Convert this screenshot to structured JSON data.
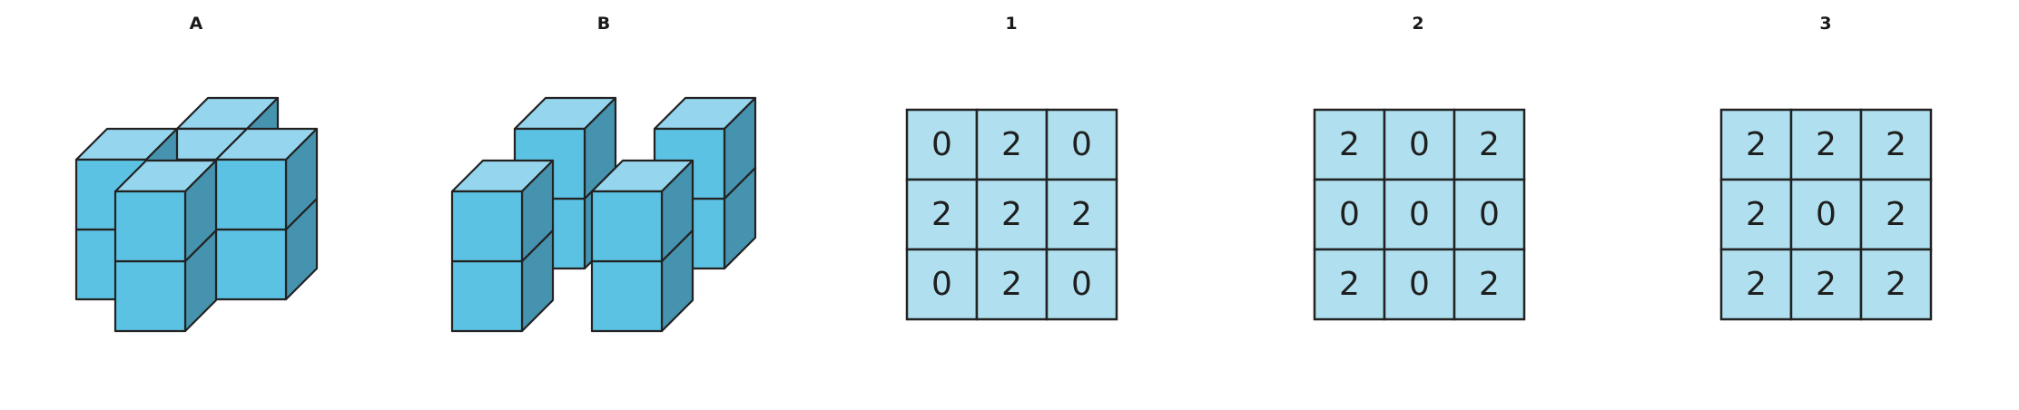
{
  "colors": {
    "cube_front": "#5bc2e3",
    "cube_top": "#95d6ee",
    "cube_side": "#4593ae",
    "cell_fill": "#b0e0ef",
    "stroke": "#222222"
  },
  "panels": {
    "a": {
      "label": "A"
    },
    "b": {
      "label": "B"
    },
    "view1": {
      "label": "1",
      "grid": [
        [
          "0",
          "2",
          "0"
        ],
        [
          "2",
          "2",
          "2"
        ],
        [
          "0",
          "2",
          "0"
        ]
      ]
    },
    "view2": {
      "label": "2",
      "grid": [
        [
          "2",
          "0",
          "2"
        ],
        [
          "0",
          "0",
          "0"
        ],
        [
          "2",
          "0",
          "2"
        ]
      ]
    },
    "view3": {
      "label": "3",
      "grid": [
        [
          "2",
          "2",
          "2"
        ],
        [
          "2",
          "0",
          "2"
        ],
        [
          "2",
          "2",
          "2"
        ]
      ]
    }
  }
}
